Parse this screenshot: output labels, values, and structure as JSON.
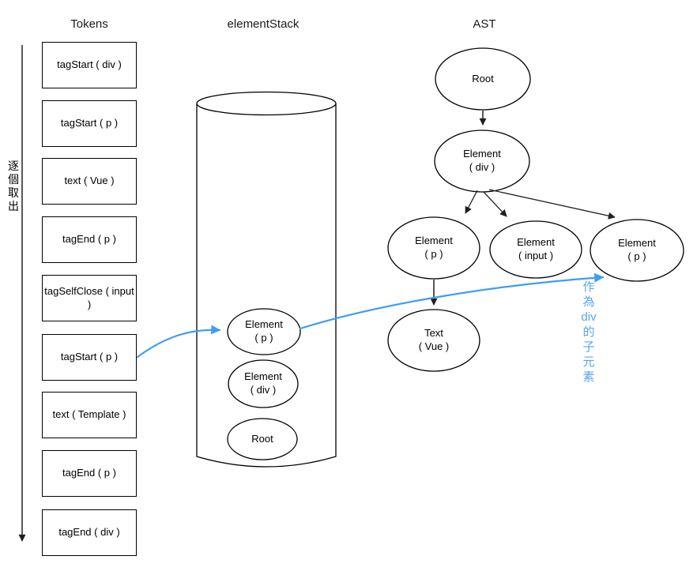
{
  "titles": {
    "tokens": "Tokens",
    "stack": "elementStack",
    "ast": "AST"
  },
  "left_flow_label": "逐\n個\n取\n出",
  "tokens": [
    "tagStart ( div )",
    "tagStart ( p )",
    "text ( Vue )",
    "tagEnd ( p )",
    "tagSelfClose ( input )",
    "tagStart ( p )",
    "text ( Template )",
    "tagEnd ( p )",
    "tagEnd ( div )"
  ],
  "stack": {
    "items": [
      "Element\n( p )",
      "Element\n( div )",
      "Root"
    ]
  },
  "ast": {
    "root": "Root",
    "element_div": "Element\n( div )",
    "element_p_left": "Element\n( p )",
    "element_input": "Element\n( input )",
    "element_p_right": "Element\n( p )",
    "text_vue": "Text\n( Vue )"
  },
  "annotation": {
    "text": "作\n為\ndiv\n的\n子\n元\n素",
    "color": "#5ba2f2"
  },
  "colors": {
    "accent_blue": "#3e9df6",
    "line_black": "#000000",
    "node_fill": "#ffffff"
  }
}
